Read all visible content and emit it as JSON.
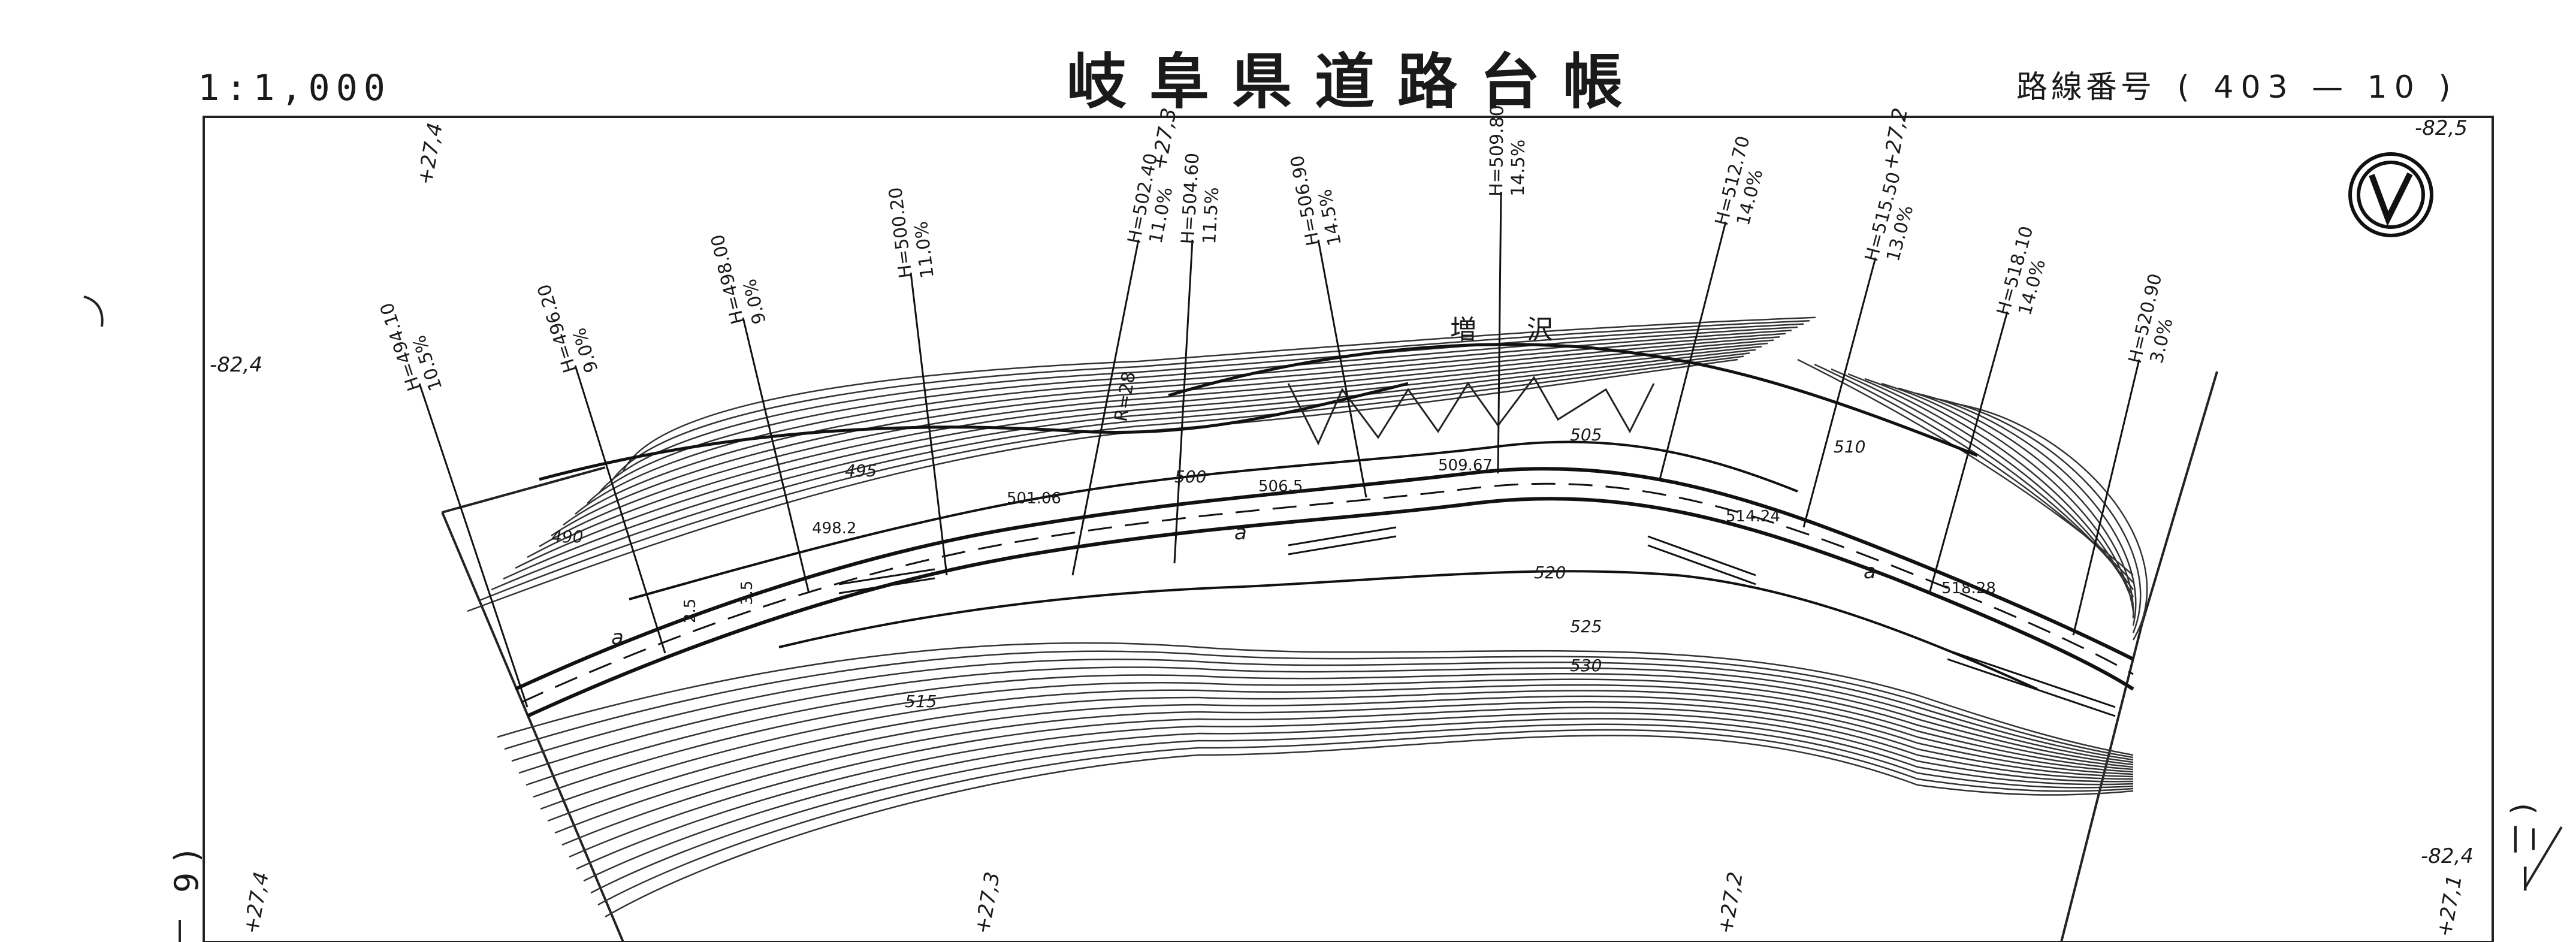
{
  "header": {
    "title": "岐阜県道路台帳",
    "scale": "1:1,000",
    "route_label": "路線番号",
    "route_number": "( 403 — 10 )"
  },
  "map": {
    "place_name": "増　沢",
    "north_arrow_icon": "north-arrow-icon",
    "edge_labels": {
      "top_left_1": "+27,4",
      "top_mid": "+27,3",
      "top_right": "+27,2",
      "top_far_right": "-82,5",
      "left_upper": "-82,4",
      "bottom_left": "+27,4",
      "bottom_mid": "+27,3",
      "bottom_right": "+27,2",
      "bottom_far_right_1": "-82,4",
      "bottom_far_right_2": "+27,1",
      "left_sheet_mark": "9 )",
      "right_sheet_mark": "( 二 ー"
    },
    "survey_lines": [
      {
        "h": "H=494.10",
        "grade": "10.5%"
      },
      {
        "h": "H=496.20",
        "grade": "9.0%"
      },
      {
        "h": "H=498.00",
        "grade": "9.0%"
      },
      {
        "h": "H=500.20",
        "grade": "11.0%"
      },
      {
        "h": "H=502.40",
        "grade": "11.0%"
      },
      {
        "h": "H=504.60",
        "grade": "11.5%"
      },
      {
        "h": "H=506.90",
        "grade": "14.5%"
      },
      {
        "h": "H=509.80",
        "grade": "14.5%"
      },
      {
        "h": "H=512.70",
        "grade": "14.0%"
      },
      {
        "h": "H=515.50",
        "grade": "13.0%"
      },
      {
        "h": "H=518.10",
        "grade": "14.0%"
      },
      {
        "h": "H=520.90",
        "grade": "3.0%"
      }
    ],
    "spot_elevations": [
      "498.2",
      "501.06",
      "506.5",
      "509.67",
      "514.24",
      "518.28"
    ],
    "contour_labels": [
      "490",
      "495",
      "500",
      "505",
      "510",
      "515",
      "520",
      "525",
      "530"
    ],
    "radius_label": "R=28",
    "road_symbol": "a",
    "width_labels": [
      "2.5",
      "3.5"
    ]
  }
}
